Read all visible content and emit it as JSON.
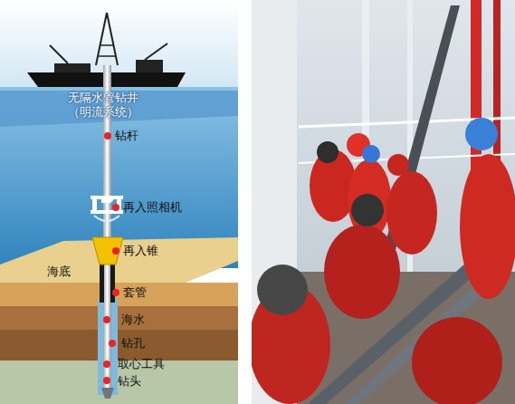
{
  "diagram": {
    "labels": [
      "无隔水管钻井 （明流系统）",
      "钻杆",
      "再入照相机",
      "再入锥",
      "海底",
      "套管",
      "海水",
      "钻孔",
      "取心工具",
      "钻头"
    ]
  }
}
